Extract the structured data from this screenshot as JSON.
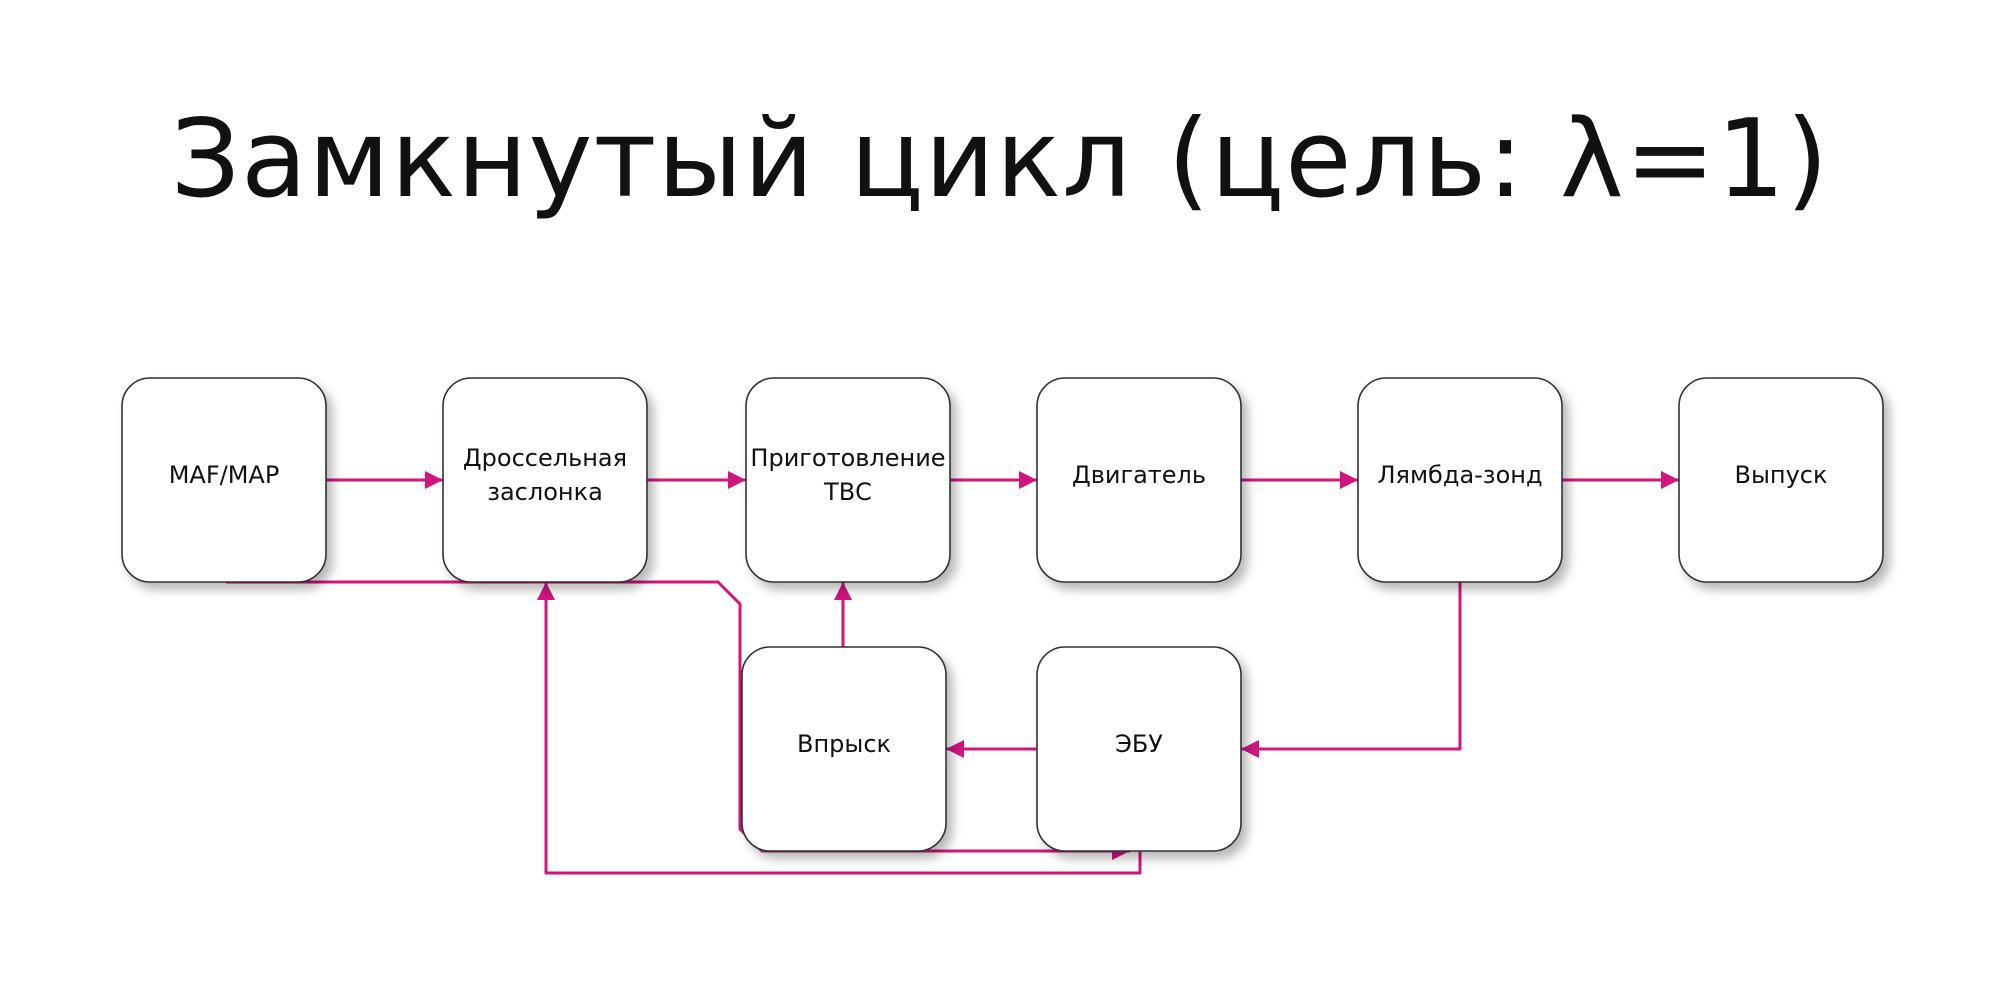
{
  "title": "Замкнутый цикл (цель: λ=1)",
  "colors": {
    "arrow": "#d0157f",
    "node_border": "#333333",
    "node_fill": "#ffffff",
    "text": "#111111"
  },
  "nodes": [
    {
      "id": "maf_map",
      "lines": [
        "MAF/MAP"
      ]
    },
    {
      "id": "throttle",
      "lines": [
        "Дроссельная",
        "заслонка"
      ]
    },
    {
      "id": "mixture",
      "lines": [
        "Приготовление",
        "ТВС"
      ]
    },
    {
      "id": "engine",
      "lines": [
        "Двигатель"
      ]
    },
    {
      "id": "lambda",
      "lines": [
        "Лямбда-зонд"
      ]
    },
    {
      "id": "exhaust",
      "lines": [
        "Выпуск"
      ]
    },
    {
      "id": "injection",
      "lines": [
        "Впрыск"
      ]
    },
    {
      "id": "ecu",
      "lines": [
        "ЭБУ"
      ]
    }
  ],
  "edges": [
    {
      "from": "maf_map",
      "to": "throttle"
    },
    {
      "from": "throttle",
      "to": "mixture"
    },
    {
      "from": "mixture",
      "to": "engine"
    },
    {
      "from": "engine",
      "to": "lambda"
    },
    {
      "from": "lambda",
      "to": "exhaust"
    },
    {
      "from": "lambda",
      "to": "ecu"
    },
    {
      "from": "ecu",
      "to": "injection"
    },
    {
      "from": "injection",
      "to": "mixture"
    },
    {
      "from": "maf_map",
      "to": "ecu"
    },
    {
      "from": "ecu",
      "to": "throttle"
    }
  ]
}
